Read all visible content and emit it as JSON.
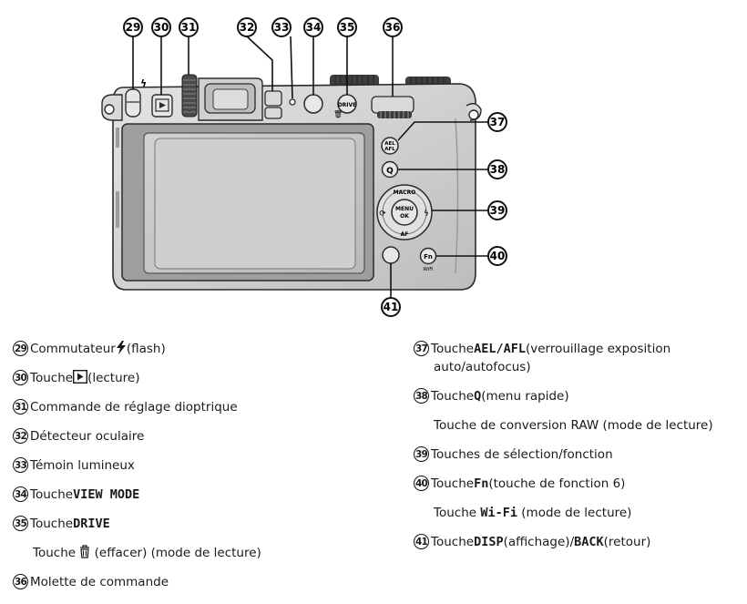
{
  "callouts": {
    "c29": "29",
    "c30": "30",
    "c31": "31",
    "c32": "32",
    "c33": "33",
    "c34": "34",
    "c35": "35",
    "c36": "36",
    "c37": "37",
    "c38": "38",
    "c39": "39",
    "c40": "40",
    "c41": "41"
  },
  "camera_labels": {
    "ael": "AEL",
    "afl": "AFL",
    "q": "Q",
    "macro": "MACRO",
    "menu": "MENU",
    "ok": "OK",
    "af": "AF",
    "fn": "Fn",
    "wifi": "WiFi",
    "drive": "DRIVE"
  },
  "legend_left": [
    {
      "num": "29",
      "pre": "Commutateur ",
      "icon": "flash-icon",
      "post": "(flash)"
    },
    {
      "num": "30",
      "pre": "Touche ",
      "icon": "playback-icon",
      "post": " (lecture)"
    },
    {
      "num": "31",
      "text": "Commande de réglage dioptrique"
    },
    {
      "num": "32",
      "text": "Détecteur oculaire"
    },
    {
      "num": "33",
      "text": "Témoin lumineux"
    },
    {
      "num": "34",
      "pre": "Touche ",
      "bold": "VIEW MODE"
    },
    {
      "num": "35",
      "pre": "Touche ",
      "bold": "DRIVE"
    },
    {
      "num": "36",
      "text": "Molette de commande"
    }
  ],
  "legend_left_sub": {
    "drive_sub_pre": "Touche ",
    "drive_sub_icon": "trash-icon",
    "drive_sub_post": "(effacer) (mode de lecture)"
  },
  "legend_right": [
    {
      "num": "37",
      "pre": "Touche ",
      "bold": "AEL/AFL",
      "post": " (verrouillage exposition",
      "line2": "auto/autofocus)"
    },
    {
      "num": "38",
      "pre": "Touche ",
      "bold": "Q",
      "post": " (menu rapide)"
    },
    {
      "num": "39",
      "text": "Touches de sélection/fonction"
    },
    {
      "num": "40",
      "pre": "Touche ",
      "bold": "Fn",
      "post": " (touche de fonction 6)"
    },
    {
      "num": "41",
      "pre": "Touche ",
      "bold": "DISP",
      "mid": " (affichage)/",
      "bold2": "BACK",
      "post": " (retour)"
    }
  ],
  "legend_right_sub": {
    "q_sub": "Touche de conversion RAW (mode de lecture)",
    "fn_sub_pre": "Touche ",
    "fn_sub_bold": "Wi-Fi",
    "fn_sub_post": " (mode de lecture)"
  }
}
